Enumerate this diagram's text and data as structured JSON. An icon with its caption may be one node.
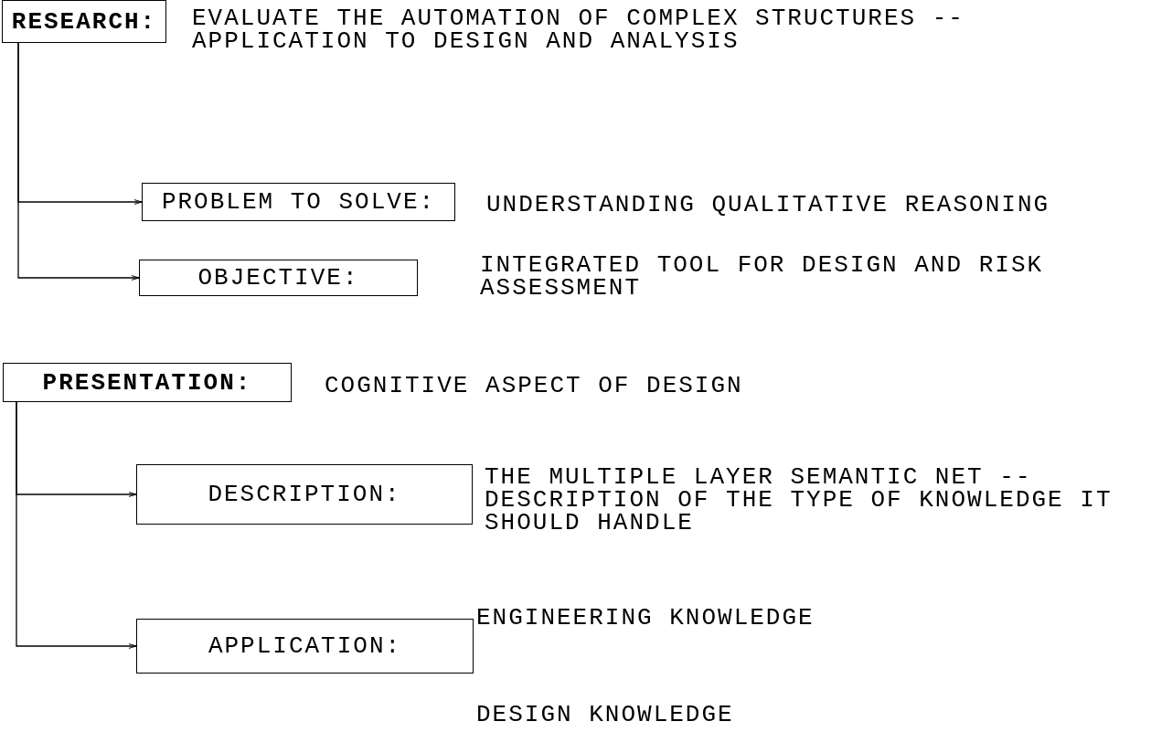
{
  "diagram": {
    "nodes": [
      {
        "text": [
          "RESEARCH:"
        ],
        "beside": [
          "EVALUATE THE AUTOMATION OF COMPLEX STRUCTURES -- APPLICATION TO DESIGN AND ANALYSIS"
        ]
      },
      {
        "text": [
          "PROBLEM TO SOLVE:"
        ],
        "beside": [
          "UNDERSTANDING QUALITATIVE REASONING"
        ]
      },
      {
        "text": [
          "OBJECTIVE:"
        ],
        "beside": [
          "INTEGRATED TOOL FOR DESIGN AND RISK ASSESSMENT"
        ]
      },
      {
        "text": [
          "PRESENTATION:"
        ],
        "beside": [
          "COGNITIVE ASPECT OF DESIGN"
        ]
      },
      {
        "text": [
          "DESCRIPTION:"
        ],
        "beside": [
          "THE MULTIPLE LAYER SEMANTIC NET -- DESCRIPTION OF THE TYPE OF KNOWLEDGE IT SHOULD HANDLE"
        ]
      },
      {
        "text": [
          "APPLICATION:"
        ],
        "beside": [
          "ENGINEERING KNOWLEDGE",
          "DESIGN KNOWLEDGE"
        ]
      }
    ],
    "edges": [
      {
        "from": 0,
        "to": 1,
        "arrow": "to"
      },
      {
        "from": 0,
        "to": 2,
        "arrow": "to"
      },
      {
        "from": 3,
        "to": 4,
        "arrow": "to"
      },
      {
        "from": 3,
        "to": 5,
        "arrow": "to"
      }
    ]
  }
}
